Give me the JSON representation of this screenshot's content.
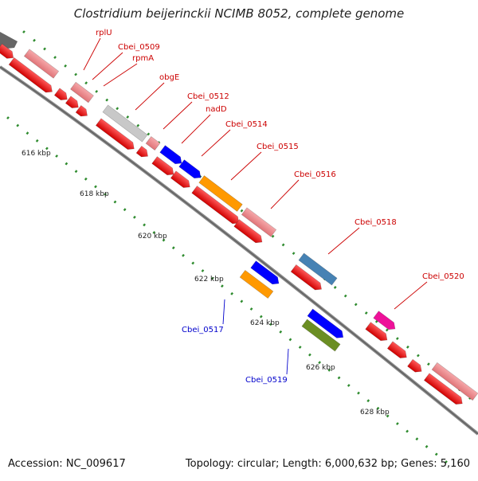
{
  "title": "Clostridium beijerinckii NCIMB 8052, complete genome",
  "footer": {
    "accession": "Accession: NC_009617",
    "topology": "Topology: circular; Length: 6,000,632 bp; Genes: 5,160"
  },
  "ticks": [
    {
      "label": "616 kbp"
    },
    {
      "label": "618 kbp"
    },
    {
      "label": "620 kbp"
    },
    {
      "label": "622 kbp"
    },
    {
      "label": "624 kbp"
    },
    {
      "label": "626 kbp"
    },
    {
      "label": "628 kbp"
    }
  ],
  "genes": [
    {
      "label": "rplU",
      "color": "#cc0000"
    },
    {
      "label": "Cbei_0509",
      "color": "#cc0000"
    },
    {
      "label": "rpmA",
      "color": "#cc0000"
    },
    {
      "label": "obgE",
      "color": "#cc0000"
    },
    {
      "label": "Cbei_0512",
      "color": "#cc0000"
    },
    {
      "label": "nadD",
      "color": "#cc0000"
    },
    {
      "label": "Cbei_0514",
      "color": "#cc0000"
    },
    {
      "label": "Cbei_0515",
      "color": "#cc0000"
    },
    {
      "label": "Cbei_0516",
      "color": "#cc0000"
    },
    {
      "label": "Cbei_0518",
      "color": "#cc0000"
    },
    {
      "label": "Cbei_0520",
      "color": "#cc0000"
    },
    {
      "label": "Cbei_0517",
      "color": "#0000cc"
    },
    {
      "label": "Cbei_0519",
      "color": "#0000cc"
    }
  ],
  "colors": {
    "backbone": "#888888",
    "tick_dots": "#2e8b2e",
    "cds_red": "#ff0000",
    "gene_pink": "#f0868a",
    "gene_gray": "#c8c8c8",
    "gene_blue": "#0000ff",
    "gene_orange": "#ff9900",
    "gene_steelblue": "#4682b4",
    "gene_olive": "#6b8e23",
    "gene_magenta": "#ee1199"
  }
}
